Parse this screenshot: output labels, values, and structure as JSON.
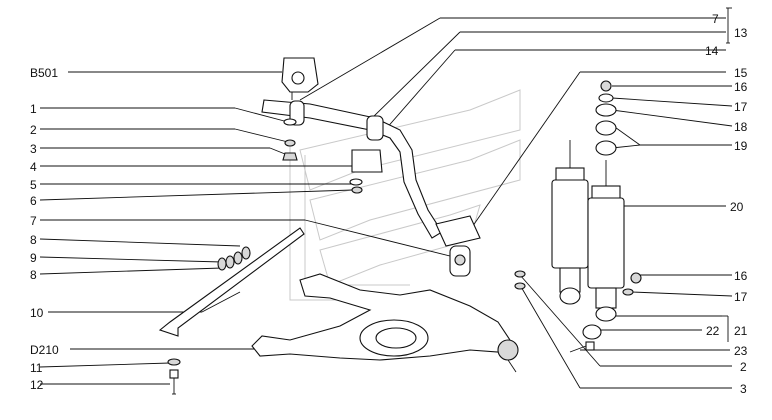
{
  "diagram": {
    "left_labels": [
      {
        "id": "b501",
        "text": "B501"
      },
      {
        "id": "l1",
        "text": "1"
      },
      {
        "id": "l2",
        "text": "2"
      },
      {
        "id": "l3",
        "text": "3"
      },
      {
        "id": "l4",
        "text": "4"
      },
      {
        "id": "l5",
        "text": "5"
      },
      {
        "id": "l6",
        "text": "6"
      },
      {
        "id": "l7",
        "text": "7"
      },
      {
        "id": "l8a",
        "text": "8"
      },
      {
        "id": "l9",
        "text": "9"
      },
      {
        "id": "l8b",
        "text": "8"
      },
      {
        "id": "l10",
        "text": "10"
      },
      {
        "id": "d210",
        "text": "D210"
      },
      {
        "id": "l11",
        "text": "11"
      },
      {
        "id": "l12",
        "text": "12"
      }
    ],
    "right_labels": [
      {
        "id": "r7",
        "text": "7"
      },
      {
        "id": "r13",
        "text": "13"
      },
      {
        "id": "r14",
        "text": "14"
      },
      {
        "id": "r15",
        "text": "15"
      },
      {
        "id": "r16a",
        "text": "16"
      },
      {
        "id": "r17a",
        "text": "17"
      },
      {
        "id": "r18",
        "text": "18"
      },
      {
        "id": "r19",
        "text": "19"
      },
      {
        "id": "r20",
        "text": "20"
      },
      {
        "id": "r16b",
        "text": "16"
      },
      {
        "id": "r17b",
        "text": "17"
      },
      {
        "id": "r22",
        "text": "22"
      },
      {
        "id": "r21",
        "text": "21"
      },
      {
        "id": "r23",
        "text": "23"
      },
      {
        "id": "r2",
        "text": "2"
      },
      {
        "id": "r3",
        "text": "3"
      }
    ]
  }
}
